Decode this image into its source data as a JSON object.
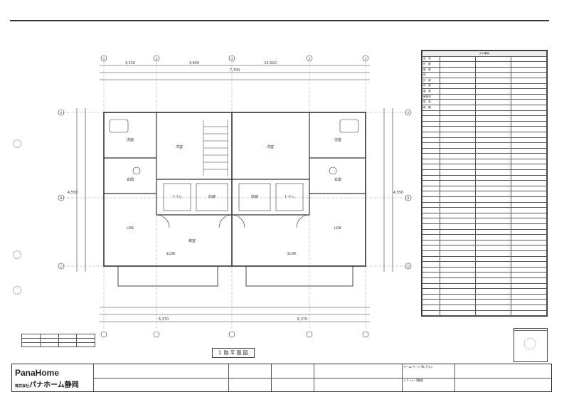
{
  "sheet": {
    "plan_title": "１階平面図"
  },
  "title_block": {
    "logo_main": "PanaHome",
    "logo_sub_small": "株式会社",
    "logo_sub": "パナホーム静岡",
    "labels": [
      "ホームページ",
      "W.プラン",
      "シミュレ",
      "3階建"
    ]
  },
  "spec_table": {
    "header": "シンボル",
    "rows": [
      [
        "品　名",
        "",
        "",
        ""
      ],
      [
        "外　壁",
        "",
        "",
        ""
      ],
      [
        "屋　根",
        "",
        "",
        ""
      ],
      [
        "床",
        "",
        "",
        ""
      ],
      [
        "外　部",
        "",
        "",
        ""
      ],
      [
        "内　部",
        "",
        "",
        ""
      ],
      [
        "建　具",
        "",
        "",
        ""
      ],
      [
        "断熱材",
        "",
        "",
        ""
      ],
      [
        "換　気",
        "",
        "",
        ""
      ],
      [
        "設　備",
        "",
        "",
        ""
      ]
    ]
  },
  "revisions": {
    "rows": [
      [
        "",
        "",
        "",
        ""
      ],
      [
        "",
        "",
        "",
        ""
      ],
      [
        "",
        "",
        "",
        ""
      ]
    ]
  },
  "plan": {
    "units": [
      "1LDK",
      "1LDK"
    ],
    "room_labels": [
      "洋室",
      "洋室",
      "和室",
      "LDK",
      "LDK",
      "洗面",
      "浴室",
      "玄関",
      "玄関",
      "トイレ",
      "トイレ",
      "収納",
      "収納"
    ],
    "dims": [
      "7,700",
      "4,550",
      "3,150",
      "10,010",
      "3,640",
      "4,550",
      "6,370",
      "6,370"
    ],
    "grid_marks": [
      "A",
      "B",
      "C",
      "D",
      "1",
      "2",
      "3",
      "4",
      "5"
    ]
  },
  "colors": {
    "line": "#333333",
    "paper": "#ffffff"
  }
}
